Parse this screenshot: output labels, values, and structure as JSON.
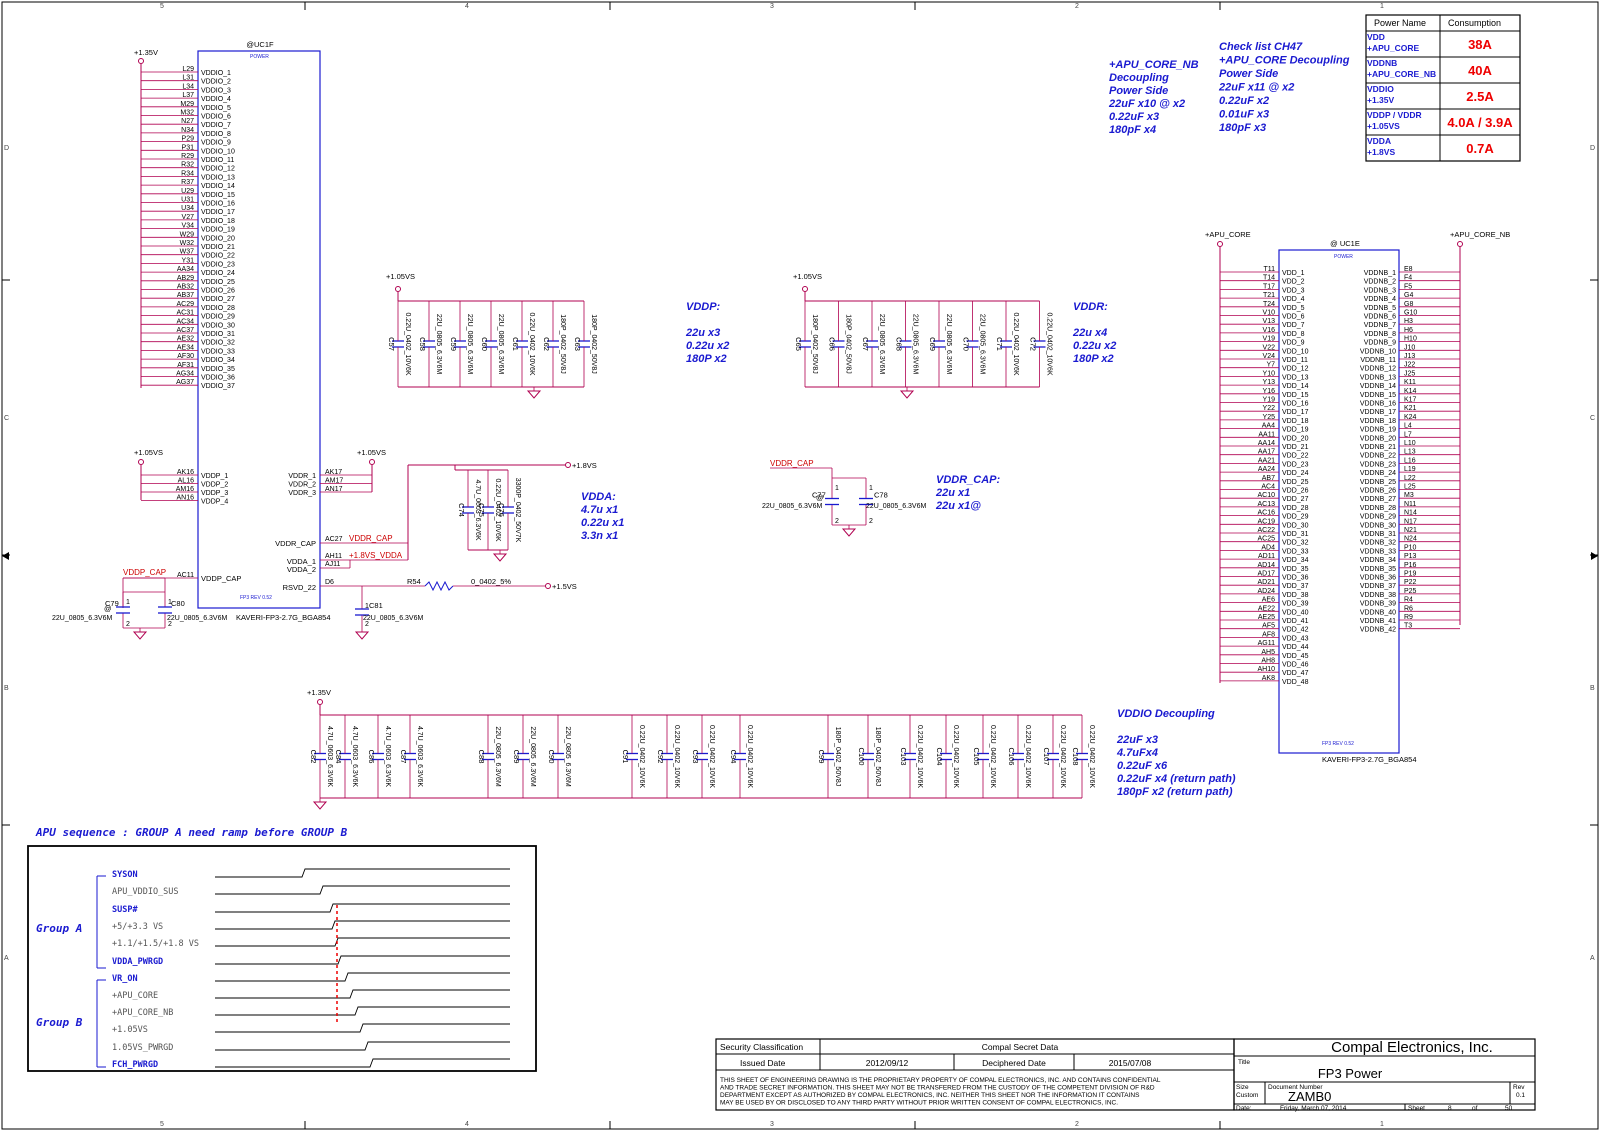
{
  "border": {
    "cols": [
      "5",
      "4",
      "3",
      "2",
      "1"
    ],
    "rows": [
      "D",
      "C",
      "B",
      "A"
    ]
  },
  "power_table": {
    "headers": [
      "Power Name",
      "Consumption"
    ],
    "rows": [
      {
        "name1": "VDD",
        "name2": "+APU_CORE",
        "value": "38A"
      },
      {
        "name1": "VDDNB",
        "name2": "+APU_CORE_NB",
        "value": "40A"
      },
      {
        "name1": "VDDIO",
        "name2": "+1.35V",
        "value": "2.5A"
      },
      {
        "name1": "VDDP / VDDR",
        "name2": "+1.05VS",
        "value": "4.0A / 3.9A"
      },
      {
        "name1": "VDDA",
        "name2": "+1.8VS",
        "value": "0.7A"
      }
    ]
  },
  "notes": {
    "nb": [
      "+APU_CORE_NB",
      "Decoupling",
      "Power Side",
      "22uF x10 @ x2",
      "0.22uF x3",
      "180pF x4"
    ],
    "ch47": [
      "Check list CH47",
      "+APU_CORE Decoupling",
      "Power Side",
      "22uF x11 @ x2",
      "0.22uF x2",
      "0.01uF x3",
      "180pF x3"
    ],
    "vddp": [
      "VDDP:",
      "22u x3",
      "0.22u x2",
      "180P x2"
    ],
    "vddr": [
      "VDDR:",
      "22u x4",
      "0.22u x2",
      "180P x2"
    ],
    "vdda": [
      "VDDA:",
      "4.7u x1",
      "0.22u x1",
      "3.3n x1"
    ],
    "vddrcap": [
      "VDDR_CAP:",
      "22u x1",
      "22u x1@"
    ],
    "vddio": [
      "VDDIO Decoupling",
      "22uF x3",
      "4.7uFx4",
      "0.22uF x6",
      "0.22uF x4 (return path)",
      "180pF x2 (return path)"
    ]
  },
  "uc1f": {
    "ref": "@UC1F",
    "tag": "POWER",
    "rev": "FP3 REV 0.52",
    "part": "KAVERI-FP3-2.7G_BGA854",
    "vddio_pins": [
      "L29",
      "L31",
      "L34",
      "L37",
      "M29",
      "M32",
      "N27",
      "N34",
      "P29",
      "P31",
      "R29",
      "R32",
      "R34",
      "R37",
      "U29",
      "U31",
      "U34",
      "V27",
      "V34",
      "W29",
      "W32",
      "W37",
      "Y31",
      "AA34",
      "AB29",
      "AB32",
      "AB37",
      "AC29",
      "AC31",
      "AC34",
      "AC37",
      "AE32",
      "AE34",
      "AF30",
      "AF31",
      "AG34",
      "AG37"
    ],
    "vddio_names": [
      "VDDIO_1",
      "VDDIO_2",
      "VDDIO_3",
      "VDDIO_4",
      "VDDIO_5",
      "VDDIO_6",
      "VDDIO_7",
      "VDDIO_8",
      "VDDIO_9",
      "VDDIO_10",
      "VDDIO_11",
      "VDDIO_12",
      "VDDIO_13",
      "VDDIO_14",
      "VDDIO_15",
      "VDDIO_16",
      "VDDIO_17",
      "VDDIO_18",
      "VDDIO_19",
      "VDDIO_20",
      "VDDIO_21",
      "VDDIO_22",
      "VDDIO_23",
      "VDDIO_24",
      "VDDIO_25",
      "VDDIO_26",
      "VDDIO_27",
      "VDDIO_28",
      "VDDIO_29",
      "VDDIO_30",
      "VDDIO_31",
      "VDDIO_32",
      "VDDIO_33",
      "VDDIO_34",
      "VDDIO_35",
      "VDDIO_36",
      "VDDIO_37"
    ],
    "vddp_pins": [
      "AK16",
      "AL16",
      "AM16",
      "AN16"
    ],
    "vddp_names": [
      "VDDP_1",
      "VDDP_2",
      "VDDP_3",
      "VDDP_4"
    ],
    "vddr_names": [
      "VDDR_1",
      "VDDR_2",
      "VDDR_3"
    ],
    "vddr_pins": [
      "AK17",
      "AM17",
      "AN17"
    ],
    "vddp_cap": {
      "pin": "AC11",
      "name": "VDDP_CAP",
      "net": "VDDP_CAP"
    },
    "vddr_cap": {
      "pin": "AC27",
      "name": "VDDR_CAP",
      "net": "VDDR_CAP"
    },
    "vdda": [
      {
        "pin": "AH11",
        "name": "VDDA_1",
        "net": "+1.8VS_VDDA"
      },
      {
        "pin": "AJ11",
        "name": "VDDA_2",
        "net": ""
      }
    ],
    "rsvd": {
      "pin": "D6",
      "name": "RSVD_22"
    }
  },
  "uc1e": {
    "ref": "@ UC1E",
    "tag": "POWER",
    "rev": "FP3 REV 0.52",
    "part": "KAVERI-FP3-2.7G_BGA854",
    "rail_left": "+APU_CORE",
    "rail_right": "+APU_CORE_NB",
    "vdd_pins": [
      "T11",
      "T14",
      "T17",
      "T21",
      "T24",
      "V10",
      "V13",
      "V16",
      "V19",
      "V22",
      "V24",
      "Y7",
      "Y10",
      "Y13",
      "Y16",
      "Y19",
      "Y22",
      "Y25",
      "AA4",
      "AA11",
      "AA14",
      "AA17",
      "AA21",
      "AA24",
      "AB7",
      "AC4",
      "AC10",
      "AC13",
      "AC16",
      "AC19",
      "AC22",
      "AC25",
      "AD4",
      "AD11",
      "AD14",
      "AD17",
      "AD21",
      "AD24",
      "AE6",
      "AE22",
      "AE25",
      "AF5",
      "AF8",
      "AG11",
      "AH5",
      "AH8",
      "AH10",
      "AK8"
    ],
    "vddnb_pins": [
      "E8",
      "F4",
      "F5",
      "G4",
      "G8",
      "G10",
      "H3",
      "H6",
      "H10",
      "J10",
      "J13",
      "J22",
      "J25",
      "K11",
      "K14",
      "K17",
      "K21",
      "K24",
      "L4",
      "L7",
      "L10",
      "L13",
      "L16",
      "L19",
      "L22",
      "L25",
      "M3",
      "N11",
      "N14",
      "N17",
      "N21",
      "N24",
      "P10",
      "P13",
      "P16",
      "P19",
      "P22",
      "P25",
      "R4",
      "R6",
      "R9",
      "T3"
    ]
  },
  "nets": {
    "v135": "+1.35V",
    "v105": "+1.05VS",
    "v18": "+1.8VS",
    "v15": "+1.5VS",
    "vddp_cap": "VDDP_CAP",
    "vddr_cap": "VDDR_CAP",
    "vdda": "+1.8VS_VDDA"
  },
  "caps": {
    "vddp": [
      {
        "ref": "C57",
        "val": "0.22U_0402_10V6K"
      },
      {
        "ref": "C58",
        "val": "22U_0805_6.3V6M"
      },
      {
        "ref": "C59",
        "val": "22U_0805_6.3V6M"
      },
      {
        "ref": "C60",
        "val": "22U_0805_6.3V6M"
      },
      {
        "ref": "C61",
        "val": "0.22U_0402_10V6K"
      },
      {
        "ref": "C62",
        "val": "180P_0402_50V8J"
      },
      {
        "ref": "C63",
        "val": "180P_0402_50V8J"
      }
    ],
    "vddr": [
      {
        "ref": "C65",
        "val": "180P_0402_50V8J"
      },
      {
        "ref": "C66",
        "val": "180P_0402_50V8J"
      },
      {
        "ref": "C67",
        "val": "22U_0805_6.3V6M"
      },
      {
        "ref": "C68",
        "val": "22U_0805_6.3V6M"
      },
      {
        "ref": "C69",
        "val": "22U_0805_6.3V6M"
      },
      {
        "ref": "C70",
        "val": "22U_0805_6.3V6M"
      },
      {
        "ref": "C71",
        "val": "0.22U_0402_10V6K"
      },
      {
        "ref": "C72",
        "val": "0.22U_0402_10V6K"
      }
    ],
    "vdda": [
      {
        "ref": "C74",
        "val": "4.7U_0603_6.3V6K"
      },
      {
        "ref": "C75",
        "val": "0.22U_0402_10V6K"
      },
      {
        "ref": "C76",
        "val": "3300P_0402_50V7K"
      }
    ],
    "vddio": [
      {
        "ref": "C82",
        "val": "4.7U_0603_6.3V6K"
      },
      {
        "ref": "C84",
        "val": "4.7U_0603_6.3V6K"
      },
      {
        "ref": "C86",
        "val": "4.7U_0603_6.3V6K"
      },
      {
        "ref": "C87",
        "val": "4.7U_0603_6.3V6K"
      },
      {
        "ref": "C88",
        "val": "22U_0805_6.3V6M"
      },
      {
        "ref": "C89",
        "val": "22U_0805_6.3V6M"
      },
      {
        "ref": "C90",
        "val": "22U_0805_6.3V6M"
      },
      {
        "ref": "C91",
        "val": "0.22U_0402_10V6K"
      },
      {
        "ref": "C92",
        "val": "0.22U_0402_10V6K"
      },
      {
        "ref": "C93",
        "val": "0.22U_0402_10V6K"
      },
      {
        "ref": "C94",
        "val": "0.22U_0402_10V6K"
      },
      {
        "ref": "C99",
        "val": "180P_0402_50V8J"
      },
      {
        "ref": "C100",
        "val": "180P_0402_50V8J"
      },
      {
        "ref": "C103",
        "val": "0.22U_0402_10V6K"
      },
      {
        "ref": "C104",
        "val": "0.22U_0402_10V6K"
      },
      {
        "ref": "C105",
        "val": "0.22U_0402_10V6K"
      },
      {
        "ref": "C106",
        "val": "0.22U_0402_10V6K"
      },
      {
        "ref": "C107",
        "val": "0.22U_0402_10V6K"
      },
      {
        "ref": "C108",
        "val": "0.22U_0402_10V6K"
      }
    ],
    "c77": {
      "ref": "C77",
      "val": "22U_0805_6.3V6M"
    },
    "c78": {
      "ref": "C78",
      "val": "22U_0805_6.3V6M"
    },
    "c79": {
      "ref": "C79",
      "val": "22U_0805_6.3V6M"
    },
    "c80": {
      "ref": "C80",
      "val": "22U_0805_6.3V6M"
    },
    "c81": {
      "ref": "C81",
      "val": "22U_0805_6.3V6M"
    }
  },
  "r54": {
    "ref": "R54",
    "val": "0_0402_5%"
  },
  "sequence": {
    "title": "APU sequence : GROUP A need ramp before GROUP B",
    "group_a": "Group A",
    "group_b": "Group B",
    "signals": [
      "SYSON",
      "APU_VDDIO_SUS",
      "SUSP#",
      "+5/+3.3 VS",
      "+1.1/+1.5/+1.8 VS",
      "VDDA_PWRGD",
      "VR_ON",
      "+APU_CORE",
      "+APU_CORE_NB",
      "+1.05VS",
      "1.05VS_PWRGD",
      "FCH_PWRGD"
    ]
  },
  "title_block": {
    "security_label": "Security Classification",
    "security_value": "Compal Secret Data",
    "issued_label": "Issued Date",
    "issued_value": "2012/09/12",
    "deciphered_label": "Deciphered Date",
    "deciphered_value": "2015/07/08",
    "notice": [
      "THIS SHEET OF ENGINEERING DRAWING IS THE PROPRIETARY PROPERTY OF COMPAL ELECTRONICS, INC. AND CONTAINS CONFIDENTIAL",
      "AND TRADE SECRET INFORMATION. THIS SHEET MAY NOT BE TRANSFERED FROM THE CUSTODY OF THE COMPETENT DIVISION OF R&D",
      "DEPARTMENT EXCEPT AS AUTHORIZED BY COMPAL ELECTRONICS, INC. NEITHER THIS SHEET NOR THE INFORMATION IT CONTAINS",
      "MAY BE USED BY OR DISCLOSED TO ANY THIRD PARTY WITHOUT PRIOR WRITTEN CONSENT OF COMPAL ELECTRONICS, INC."
    ],
    "company": "Compal Electronics, Inc.",
    "title_label": "Title",
    "title": "FP3 Power",
    "size_label": "Size",
    "size": "Custom",
    "docnum_label": "Document Number",
    "docnum": "ZAMB0",
    "rev_label": "Rev",
    "rev": "0.1",
    "date_label": "Date:",
    "date": "Friday, March 07, 2014",
    "sheet_label": "Sheet",
    "sheet": "8",
    "of_label": "of",
    "total": "50"
  }
}
